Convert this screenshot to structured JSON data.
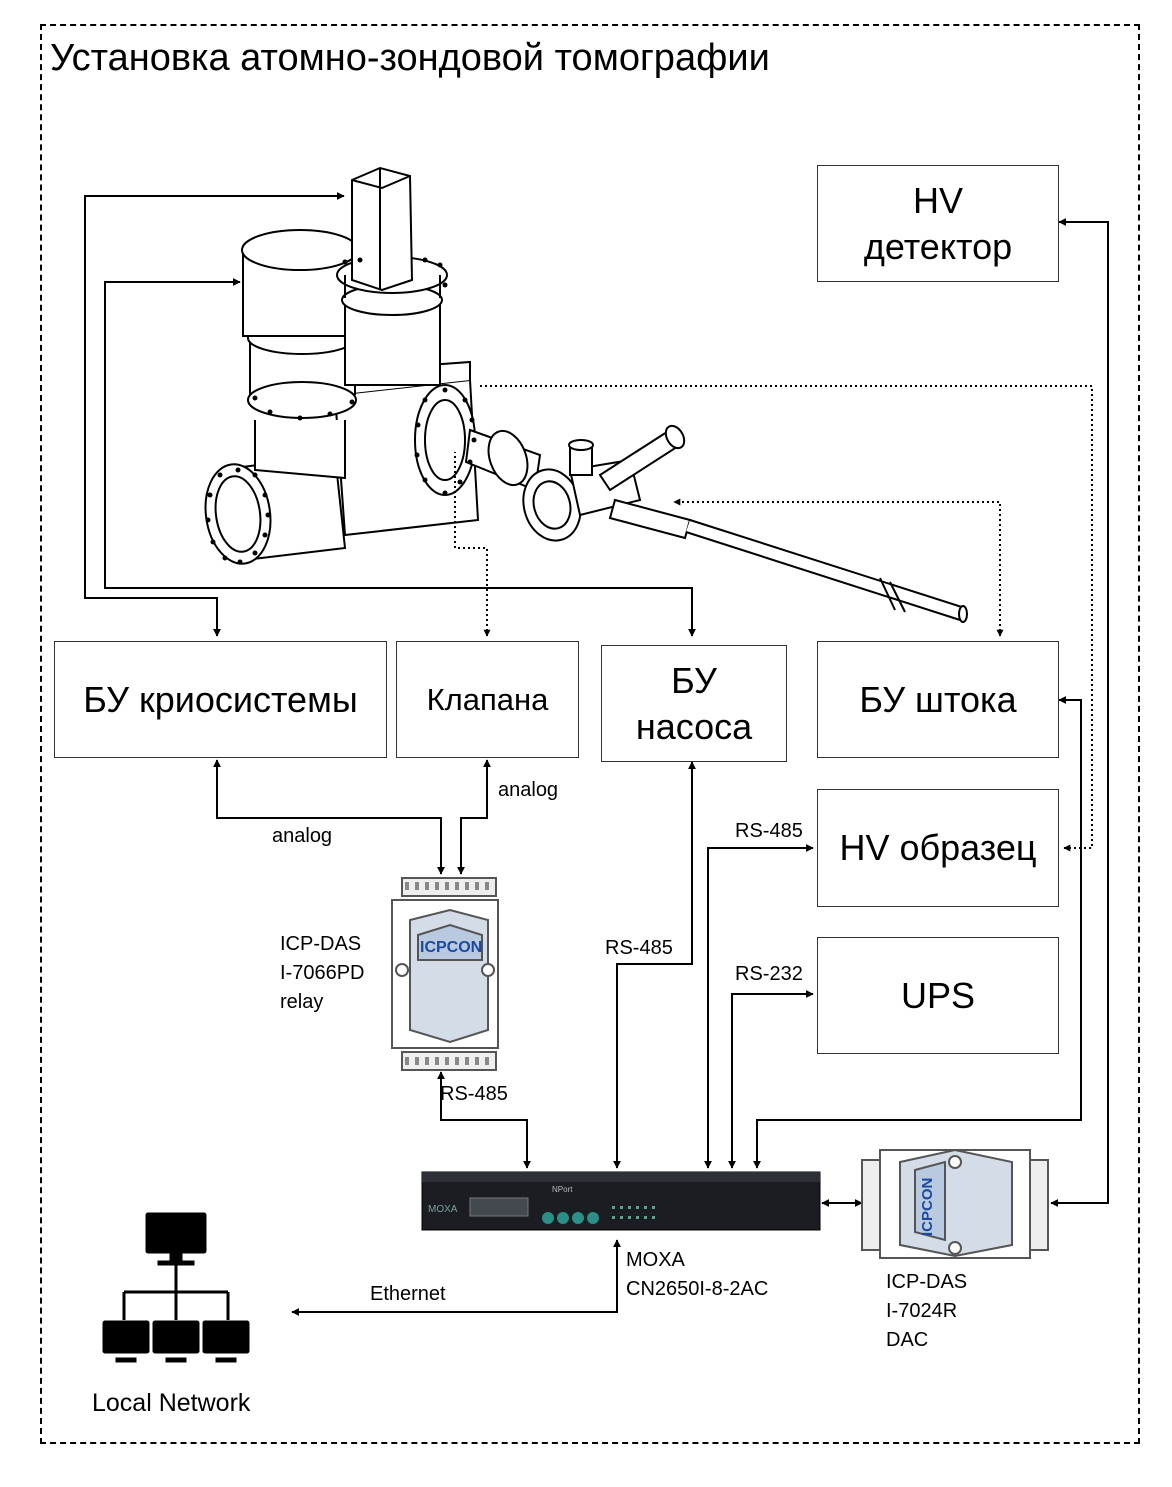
{
  "title": "Установка атомно-зондовой томографии",
  "boxes": {
    "hv_detector": {
      "line1": "HV",
      "line2": "детектор"
    },
    "cryo": "БУ криосистемы",
    "valve": "Клапана",
    "pump": {
      "line1": "БУ",
      "line2": "насоса"
    },
    "rod": "БУ штока",
    "hv_sample": "HV образец",
    "ups": "UPS"
  },
  "labels": {
    "analog_left": "analog",
    "analog_right": "analog",
    "rs485_relay": "RS-485",
    "rs485_pump": "RS-485",
    "rs485_hv": "RS-485",
    "rs232_ups": "RS-232",
    "ethernet": "Ethernet"
  },
  "devices": {
    "relay": {
      "line1": "ICP-DAS",
      "line2": "I-7066PD",
      "line3": "relay"
    },
    "dac": {
      "line1": "ICP-DAS",
      "line2": "I-7024R",
      "line3": "DAC"
    },
    "moxa": {
      "line1": "MOXA",
      "line2": "CN2650I-8-2AC"
    },
    "network": "Local Network"
  },
  "icons": [
    "vacuum-chamber-illustration",
    "icp-relay-module-image",
    "moxa-server-image",
    "icp-dac-module-image",
    "local-network-icon"
  ]
}
